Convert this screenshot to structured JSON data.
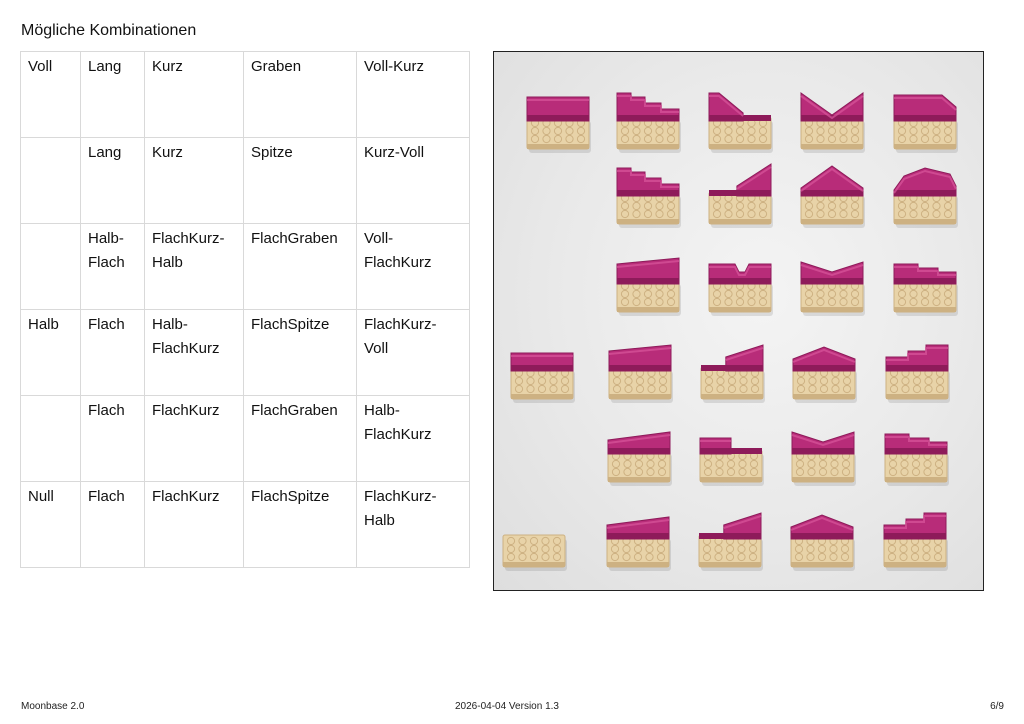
{
  "heading": "Mögliche Kombinationen",
  "table": {
    "rows": [
      [
        "Voll",
        "Lang",
        "Kurz",
        "Graben",
        "Voll-Kurz"
      ],
      [
        "",
        "Lang",
        "Kurz",
        "Spitze",
        "Kurz-Voll"
      ],
      [
        "",
        "Halb-\nFlach",
        "FlachKurz-\nHalb",
        "FlachGraben",
        "Voll-\nFlachKurz"
      ],
      [
        "Halb",
        "Flach",
        "Halb-\nFlachKurz",
        "FlachSpitze",
        "FlachKurz-\nVoll"
      ],
      [
        "",
        "Flach",
        "FlachKurz",
        "FlachGraben",
        "Halb-\nFlachKurz"
      ],
      [
        "Null",
        "Flach",
        "FlachKurz",
        "FlachSpitze",
        "FlachKurz-\nHalb"
      ]
    ]
  },
  "figure": {
    "colors": {
      "plate": "#e8d3a8",
      "plate_shade": "#cdb182",
      "brick": "#b82c79",
      "brick_top": "#d9559b",
      "brick_dark": "#8e1b5a"
    },
    "grid": [
      [
        "full",
        "steps-down",
        "wedge-up",
        "valley",
        "full-ramp"
      ],
      [
        "none",
        "steps-down",
        "small-ramp",
        "peak",
        "arch"
      ],
      [
        "none",
        "slope",
        "notch",
        "valley-low",
        "steps-low"
      ],
      [
        "flat",
        "slope",
        "ramp-up",
        "peak-low",
        "steps-up"
      ],
      [
        "none",
        "slope-low",
        "small-block",
        "valley-low",
        "steps-low"
      ],
      [
        "empty",
        "slope-low",
        "ramp-up",
        "peak-low",
        "steps-up"
      ]
    ]
  },
  "footer": {
    "left": "Moonbase 2.0",
    "center": "2026-04-04 Version 1.3",
    "right": "6/9"
  }
}
